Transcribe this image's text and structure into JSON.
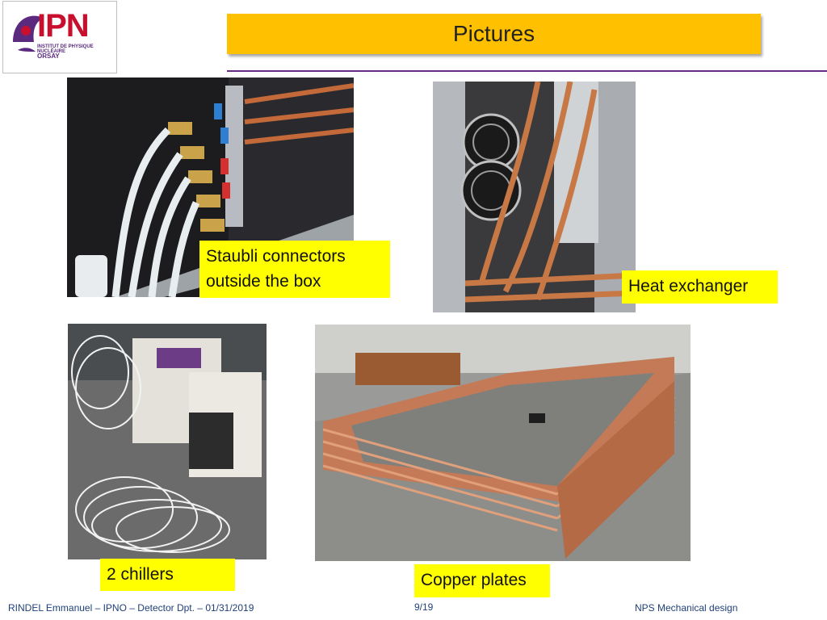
{
  "header": {
    "logo": {
      "word": "IPN",
      "subtitle": "INSTITUT DE PHYSIQUE NUCLÉAIRE",
      "city": "ORSAY"
    },
    "title": "Pictures"
  },
  "photos": [
    {
      "caption_line1": "Staubli connectors",
      "caption_line2": "outside the box"
    },
    {
      "caption": "Heat exchanger"
    },
    {
      "caption": "2 chillers"
    },
    {
      "caption": "Copper plates"
    }
  ],
  "footer": {
    "author": "RINDEL Emmanuel – IPNO – Detector Dpt. – 01/31/2019",
    "page": "9/19",
    "project": "NPS Mechanical design"
  },
  "colors": {
    "title_bg": "#ffc000",
    "caption_bg": "#ffff00",
    "rule": "#6a2c82",
    "logo_red": "#c8102e"
  }
}
